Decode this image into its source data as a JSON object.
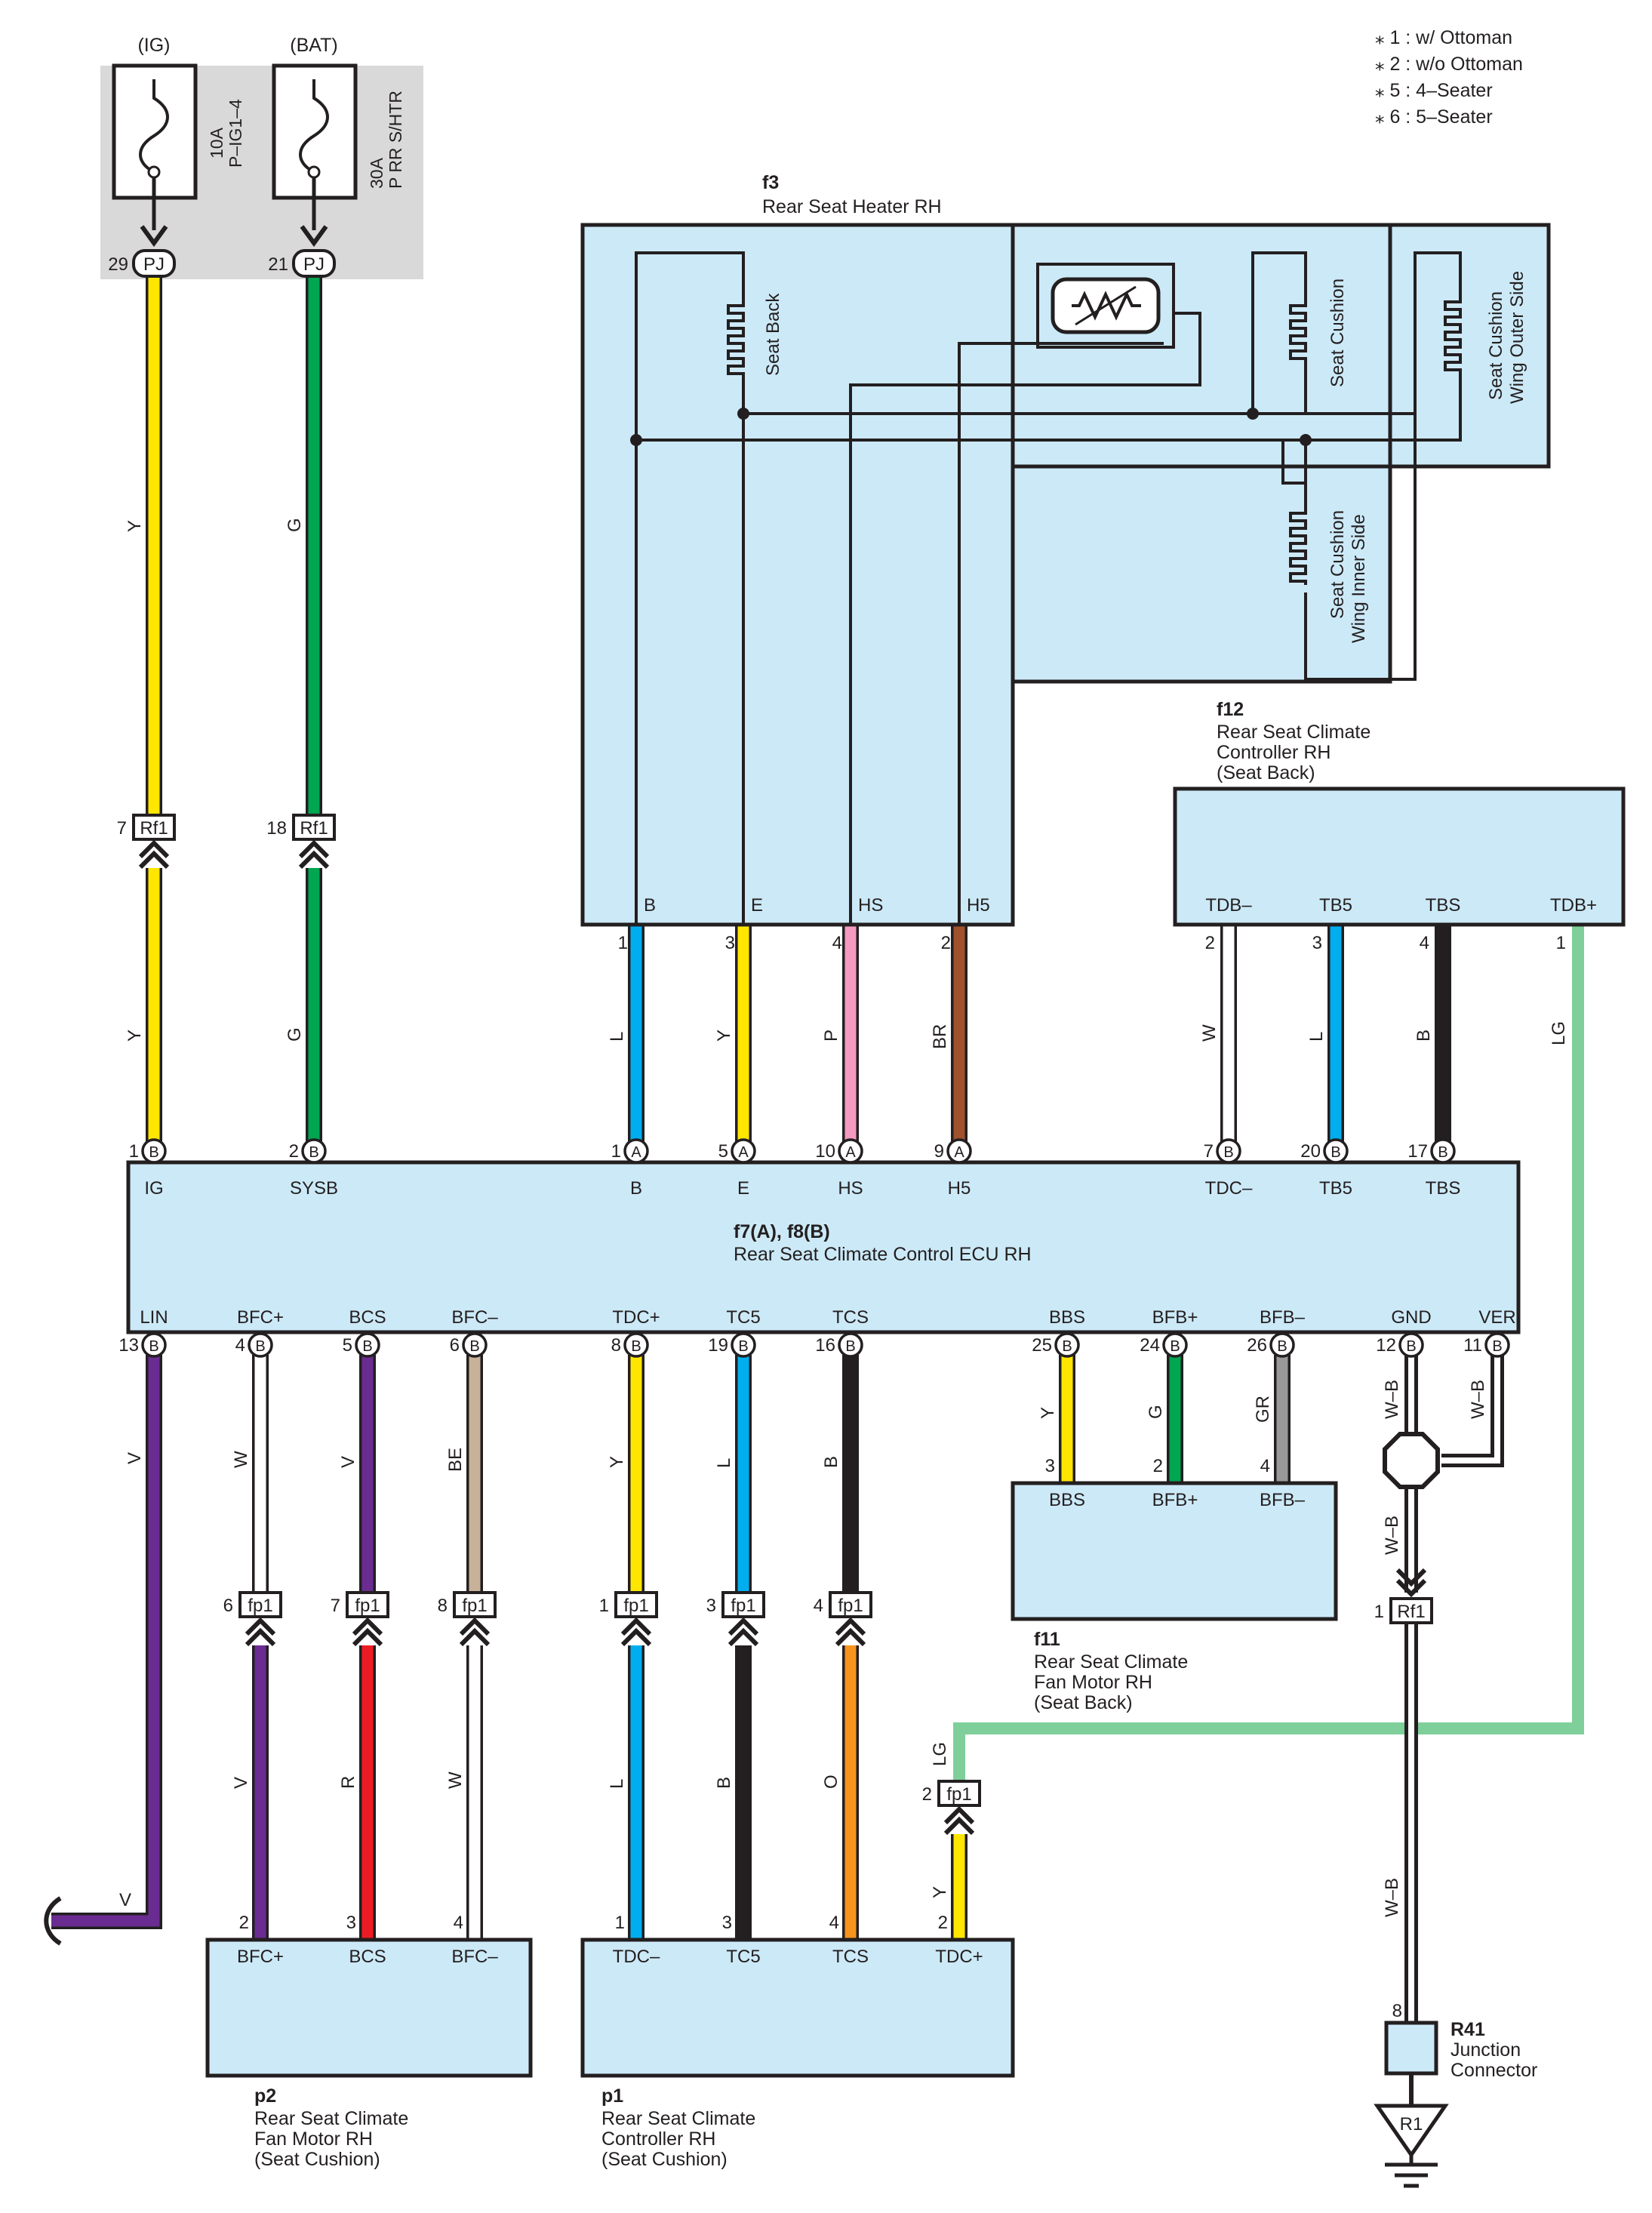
{
  "notes": [
    "⁎ 1 : w/ Ottoman",
    "⁎ 2 : w/o Ottoman",
    "⁎ 5 : 4–Seater",
    "⁎ 6 : 5–Seater"
  ],
  "fuses": {
    "ig": {
      "source": "(IG)",
      "amp": "10A",
      "name": "P–IG1–4",
      "conn": "PJ",
      "pin": "29"
    },
    "bat": {
      "source": "(BAT)",
      "amp": "30A",
      "name": "P RR S/HTR",
      "conn": "PJ",
      "pin": "21"
    }
  },
  "heater": {
    "code": "f3",
    "name": "Rear Seat Heater RH",
    "elements": [
      "Seat Back",
      "Seat Cushion",
      "Seat Cushion",
      "Wing Outer Side",
      "Seat Cushion",
      "Wing Inner Side"
    ],
    "terminals": [
      "B",
      "E",
      "HS",
      "H5"
    ],
    "pins": [
      "1",
      "3",
      "4",
      "2"
    ]
  },
  "controller_back": {
    "code": "f12",
    "name": [
      "Rear Seat Climate",
      "Controller RH",
      "(Seat Back)"
    ],
    "terminals": [
      "TDB–",
      "TB5",
      "TBS",
      "TDB+"
    ],
    "pins": [
      "2",
      "3",
      "4",
      "1"
    ]
  },
  "ecu": {
    "code": "f7(A), f8(B)",
    "name": "Rear Seat Climate Control ECU RH",
    "top_terms": [
      "IG",
      "SYSB",
      "B",
      "E",
      "HS",
      "H5",
      "TDC–",
      "TB5",
      "TBS"
    ],
    "top_pins": [
      "1",
      "2",
      "1",
      "5",
      "10",
      "9",
      "7",
      "20",
      "17"
    ],
    "top_conn": [
      "B",
      "B",
      "A",
      "A",
      "A",
      "A",
      "B",
      "B",
      "B"
    ],
    "bottom_terms": [
      "LIN",
      "BFC+",
      "BCS",
      "BFC–",
      "TDC+",
      "TC5",
      "TCS",
      "BBS",
      "BFB+",
      "BFB–",
      "GND",
      "VER"
    ],
    "bottom_pins": [
      "13",
      "4",
      "5",
      "6",
      "8",
      "19",
      "16",
      "25",
      "24",
      "26",
      "12",
      "11"
    ],
    "bottom_conn": [
      "B",
      "B",
      "B",
      "B",
      "B",
      "B",
      "B",
      "B",
      "B",
      "B",
      "B",
      "B"
    ]
  },
  "fan_back": {
    "code": "f11",
    "name": [
      "Rear Seat Climate",
      "Fan Motor RH",
      "(Seat Back)"
    ],
    "terminals": [
      "BBS",
      "BFB+",
      "BFB–"
    ],
    "pins": [
      "3",
      "2",
      "4"
    ]
  },
  "fan_cushion": {
    "code": "p2",
    "name": [
      "Rear Seat Climate",
      "Fan Motor RH",
      "(Seat Cushion)"
    ],
    "terminals": [
      "BFC+",
      "BCS",
      "BFC–"
    ],
    "pins": [
      "2",
      "3",
      "4"
    ]
  },
  "controller_cushion": {
    "code": "p1",
    "name": [
      "Rear Seat Climate",
      "Controller RH",
      "(Seat Cushion)"
    ],
    "terminals": [
      "TDC–",
      "TC5",
      "TCS",
      "TDC+"
    ],
    "pins": [
      "1",
      "3",
      "4",
      "2"
    ]
  },
  "junction": {
    "code": "R41",
    "name": [
      "Junction",
      "Connector"
    ],
    "pin": "8",
    "ground": "R1"
  },
  "connectors": {
    "rf1": "Rf1",
    "fp1": "fp1",
    "rf1_pins": [
      "7",
      "18",
      "1"
    ],
    "fp1_pins": [
      "6",
      "7",
      "8",
      "1",
      "3",
      "4",
      "2"
    ]
  },
  "wire_colors": {
    "Y": "#ffe600",
    "G": "#00a650",
    "L": "#00aeef",
    "P": "#f49ac1",
    "BR": "#a0522d",
    "W": "#ffffff",
    "B": "#231f20",
    "LG": "#7fcf9a",
    "V": "#6a2c91",
    "BE": "#c7b299",
    "R": "#ed1c24",
    "O": "#f7941d",
    "GR": "#999999",
    "W-B": "#ffffff"
  },
  "wire_labels": {
    "ig_upper": "Y",
    "sysb_upper": "G",
    "ig_lower": "Y",
    "sysb_lower": "G",
    "heater": [
      "L",
      "Y",
      "P",
      "BR"
    ],
    "ctrl_back": [
      "W",
      "L",
      "B",
      "LG"
    ],
    "lin": "V",
    "lin_end": "V",
    "bottom_upper": [
      "W",
      "V",
      "BE",
      "Y",
      "L",
      "B"
    ],
    "bottom_lower": [
      "V",
      "R",
      "W",
      "L",
      "B",
      "O"
    ],
    "fan_back": [
      "Y",
      "G",
      "GR"
    ],
    "gnd": "W–B",
    "ver": "W–B",
    "gnd_mid": "W–B",
    "gnd_lower": "W–B",
    "tdcp_upper": "LG",
    "tdcp_lower": "Y"
  }
}
